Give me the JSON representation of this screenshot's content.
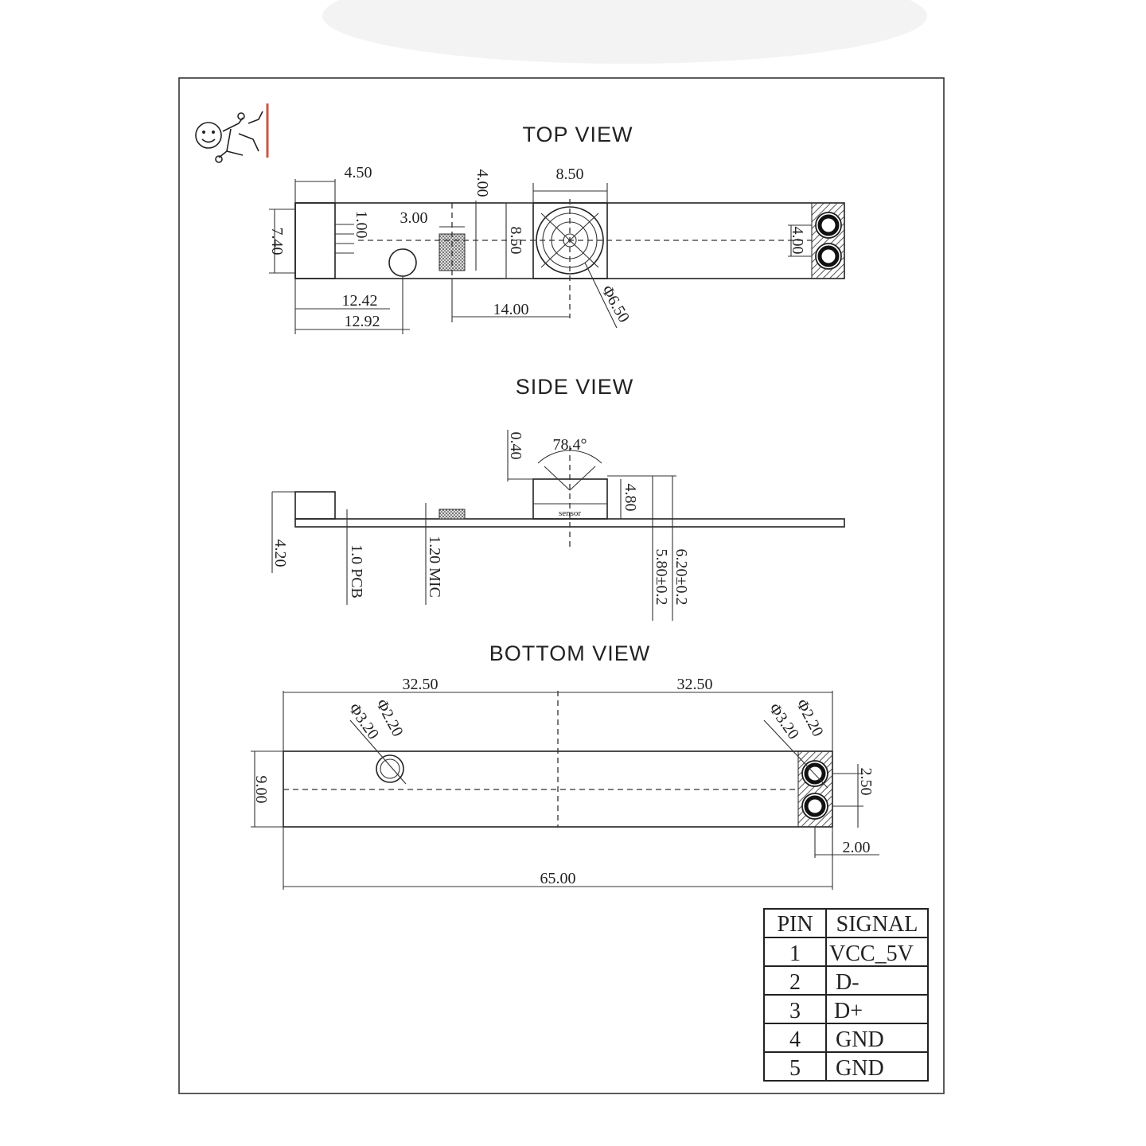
{
  "views": {
    "top_title": "TOP VIEW",
    "side_title": "SIDE VIEW",
    "bottom_title": "BOTTOM  VIEW"
  },
  "top_dims": {
    "d450": "4.50",
    "d400": "4.00",
    "d850w": "8.50",
    "d300": "3.00",
    "d100": "1.00",
    "d740": "7.40",
    "d850h": "8.50",
    "d400b": "4.00",
    "d1242": "12.42",
    "d1292": "12.92",
    "d1400": "14.00",
    "d650": "Φ6.50"
  },
  "side_dims": {
    "d040": "0.40",
    "angle": "78.4°",
    "d480": "4.80",
    "d420": "4.20",
    "pcb": "1.0 PCB",
    "mic": "1.20 MIC",
    "d620": "6.20±0.2",
    "d580": "5.80±0.2",
    "sensor": "sensor"
  },
  "bottom_dims": {
    "left_half": "32.50",
    "right_half": "32.50",
    "h1a": "Φ3.20",
    "h1b": "Φ2.20",
    "h2a": "Φ3.20",
    "h2b": "Φ2.20",
    "height": "9.00",
    "pitch": "2.50",
    "edge": "2.00",
    "length": "65.00"
  },
  "pin_table": {
    "header_pin": "PIN",
    "header_signal": "SIGNAL",
    "rows": [
      {
        "pin": "1",
        "signal": "VCC_5V"
      },
      {
        "pin": "2",
        "signal": "D-"
      },
      {
        "pin": "3",
        "signal": "D+"
      },
      {
        "pin": "4",
        "signal": "GND"
      },
      {
        "pin": "5",
        "signal": "GND"
      }
    ]
  }
}
